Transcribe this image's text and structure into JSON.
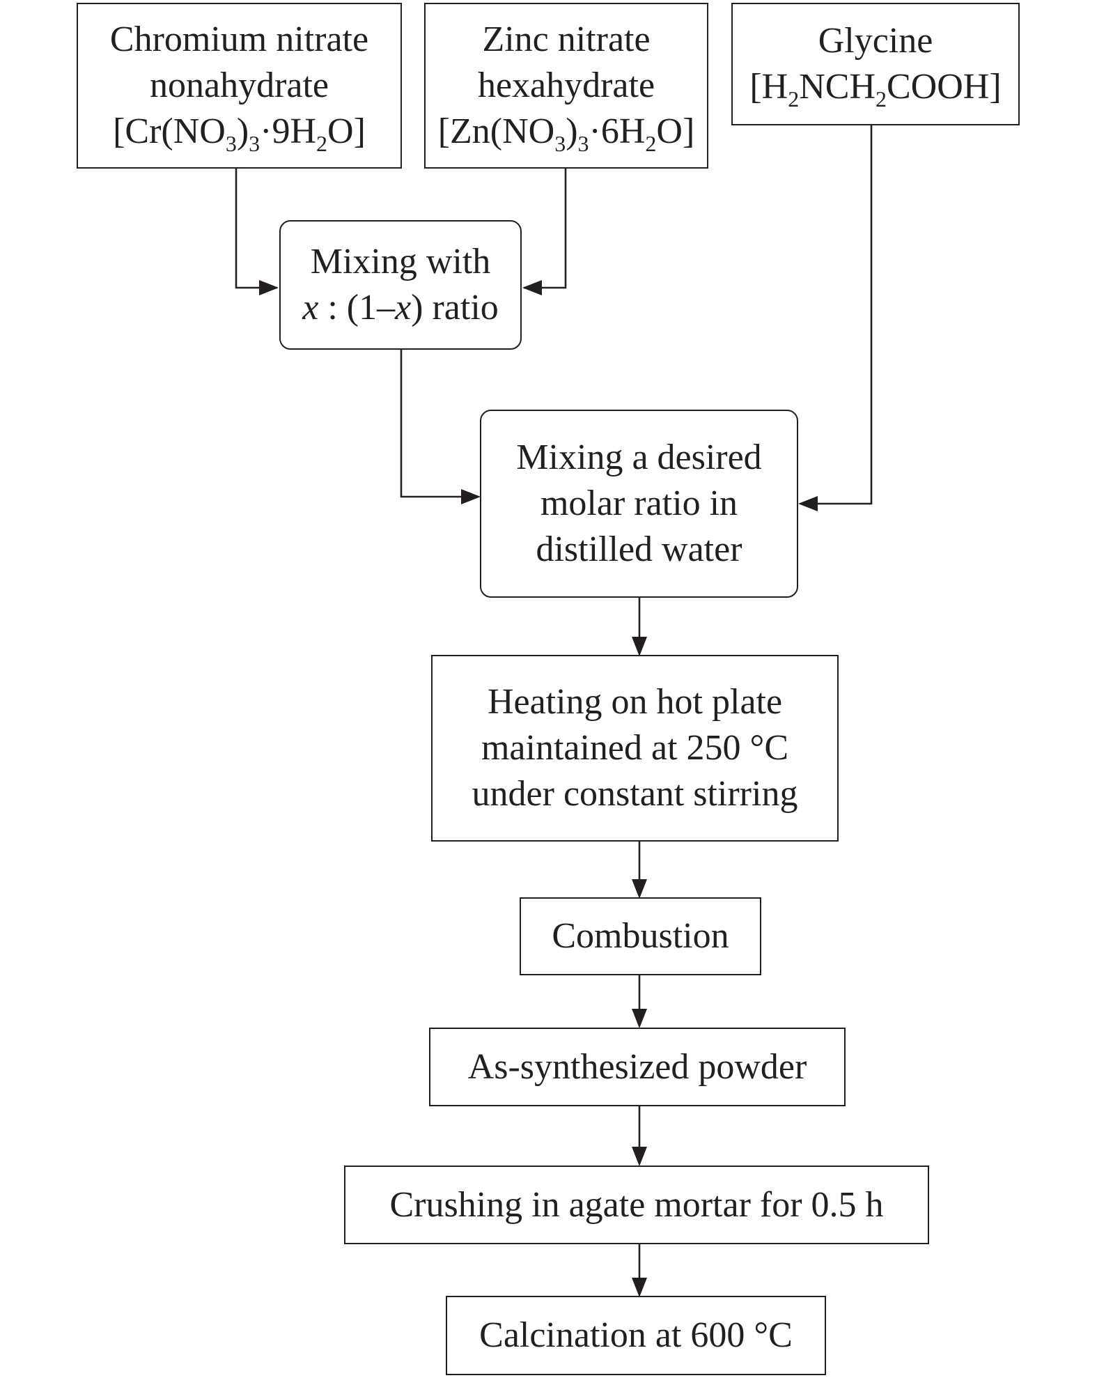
{
  "diagram": {
    "nodes": {
      "chromium": {
        "lines": [
          "Chromium nitrate",
          "nonahydrate"
        ],
        "formula": [
          "[Cr(NO",
          "3",
          ")",
          "3",
          "·9H",
          "2",
          "O]"
        ]
      },
      "zinc": {
        "lines": [
          "Zinc nitrate",
          "hexahydrate"
        ],
        "formula": [
          "[Zn(NO",
          "3",
          ")",
          "3",
          "·6H",
          "2",
          "O]"
        ]
      },
      "glycine": {
        "line1": "Glycine",
        "formula": [
          "[H",
          "2",
          "NCH",
          "2",
          "COOH]"
        ]
      },
      "mixing_ratio": {
        "line1": "Mixing with",
        "ratio": [
          "x",
          " : (1–",
          "x",
          ") ratio"
        ]
      },
      "mixing_water": {
        "lines": [
          "Mixing a desired",
          "molar ratio in",
          "distilled water"
        ]
      },
      "heating": {
        "lines": [
          "Heating on hot plate",
          "maintained at 250 °C",
          "under constant stirring"
        ]
      },
      "combustion": {
        "label": "Combustion"
      },
      "powder": {
        "label": "As-synthesized powder"
      },
      "crushing": {
        "label": "Crushing in agate mortar for 0.5 h"
      },
      "calcination": {
        "label": "Calcination at 600 °C"
      }
    },
    "edges": [
      {
        "from": "chromium",
        "to": "mixing_ratio"
      },
      {
        "from": "zinc",
        "to": "mixing_ratio"
      },
      {
        "from": "mixing_ratio",
        "to": "mixing_water"
      },
      {
        "from": "glycine",
        "to": "mixing_water"
      },
      {
        "from": "mixing_water",
        "to": "heating"
      },
      {
        "from": "heating",
        "to": "combustion"
      },
      {
        "from": "combustion",
        "to": "powder"
      },
      {
        "from": "powder",
        "to": "crushing"
      },
      {
        "from": "crushing",
        "to": "calcination"
      }
    ],
    "colors": {
      "stroke": "#231f20",
      "background": "#ffffff"
    }
  }
}
